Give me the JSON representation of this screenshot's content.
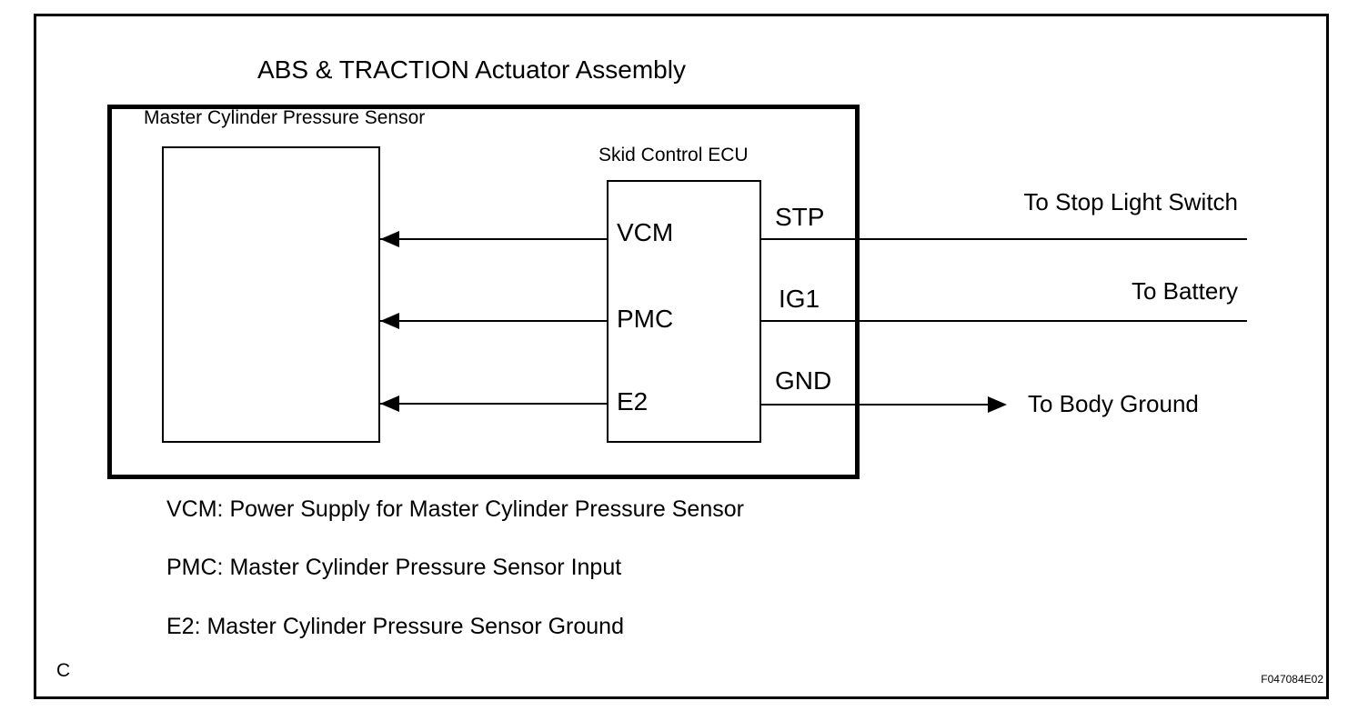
{
  "diagram": {
    "title": "ABS & TRACTION Actuator Assembly",
    "assembly_box": {
      "sensor_label": "Master Cylinder Pressure Sensor",
      "ecu_label": "Skid Control ECU",
      "ecu_pins": [
        {
          "pin": "VCM",
          "terminal": "STP"
        },
        {
          "pin": "PMC",
          "terminal": "IG1"
        },
        {
          "pin": "E2",
          "terminal": "GND"
        }
      ]
    },
    "external_connections": [
      {
        "label": "To Stop Light Switch"
      },
      {
        "label": "To Battery"
      },
      {
        "label": "To Body Ground"
      }
    ],
    "legend": [
      "VCM: Power Supply for Master Cylinder Pressure Sensor",
      "PMC: Master Cylinder Pressure Sensor Input",
      "E2: Master Cylinder Pressure Sensor Ground"
    ],
    "page_marker": "C",
    "figure_code": "F047084E02",
    "colors": {
      "ink": "#000000",
      "background": "#ffffff"
    }
  }
}
